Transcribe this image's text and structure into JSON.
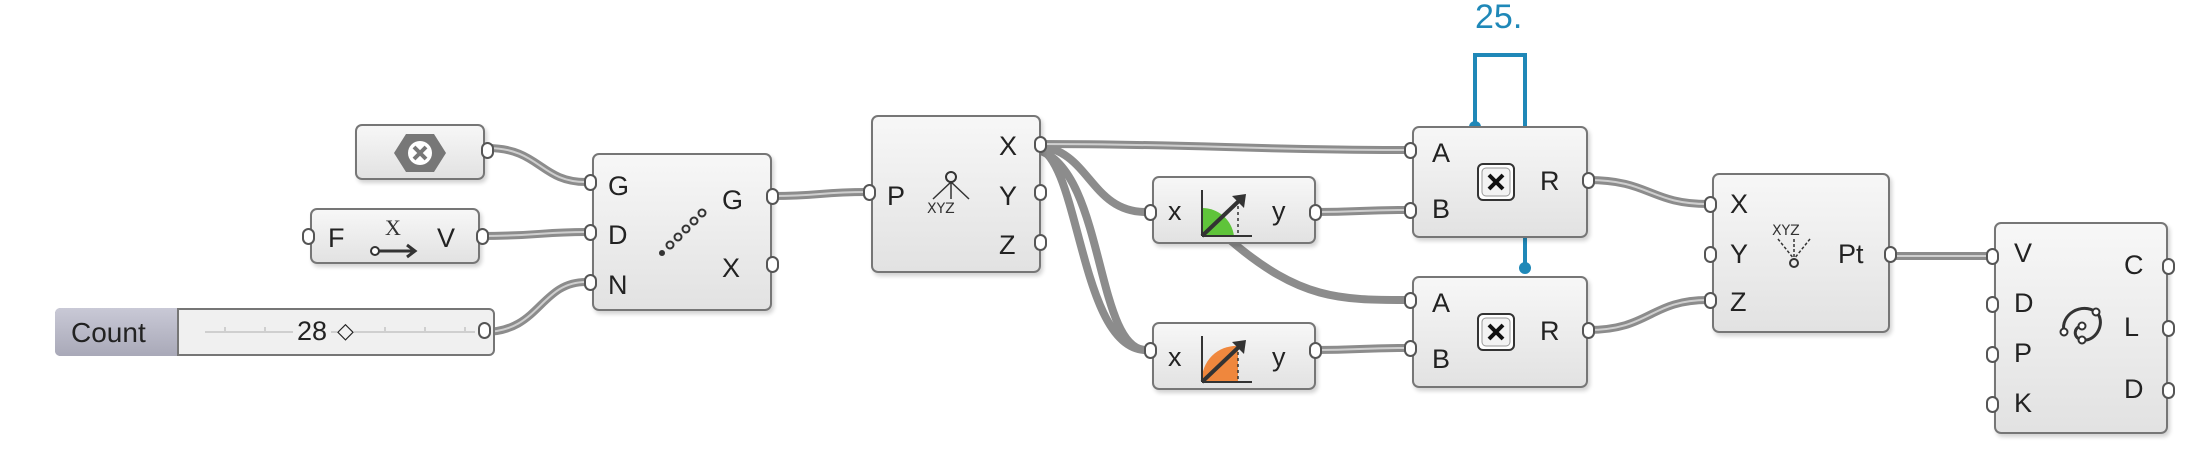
{
  "annotation": {
    "number": "25.",
    "color": "#1f88b8"
  },
  "components": {
    "cull_pattern": {
      "icon": "hexagon-x-icon"
    },
    "function": {
      "input": "F",
      "output": "V",
      "icon": "function-x-arrow-icon"
    },
    "slider": {
      "name": "Count",
      "value": "28",
      "marker": "◇"
    },
    "series": {
      "inputs": [
        "G",
        "D",
        "N"
      ],
      "outputs": [
        "G",
        "X"
      ],
      "icon": "dotted-series-icon"
    },
    "deconstruct_point": {
      "inputs": [
        "P"
      ],
      "outputs": [
        "X",
        "Y",
        "Z"
      ],
      "icon": "xyz-tree-icon",
      "icon_text": "XYZ"
    },
    "sine": {
      "input": "x",
      "output": "y",
      "icon": "sine-arc-green-icon"
    },
    "cosine": {
      "input": "x",
      "output": "y",
      "icon": "cosine-arc-orange-icon"
    },
    "multiply_top": {
      "inputs": [
        "A",
        "B"
      ],
      "output": "R",
      "icon": "multiply-x-icon"
    },
    "multiply_bottom": {
      "inputs": [
        "A",
        "B"
      ],
      "output": "R",
      "icon": "multiply-x-icon"
    },
    "construct_point": {
      "inputs": [
        "X",
        "Y",
        "Z"
      ],
      "output": "Pt",
      "icon": "xyz-merge-icon",
      "icon_text": "XYZ"
    },
    "interpolate_curve": {
      "inputs": [
        "V",
        "D",
        "P",
        "K"
      ],
      "outputs": [
        "C",
        "L",
        "D"
      ],
      "icon": "curve-through-points-icon"
    }
  },
  "colors": {
    "wire": "#8a8a8a",
    "component_border": "#767676",
    "slider_name_bg": "#b4b4c4",
    "sine_fill": "#5fc43a",
    "cosine_fill": "#f07c2a",
    "hexagon": "#777777"
  }
}
